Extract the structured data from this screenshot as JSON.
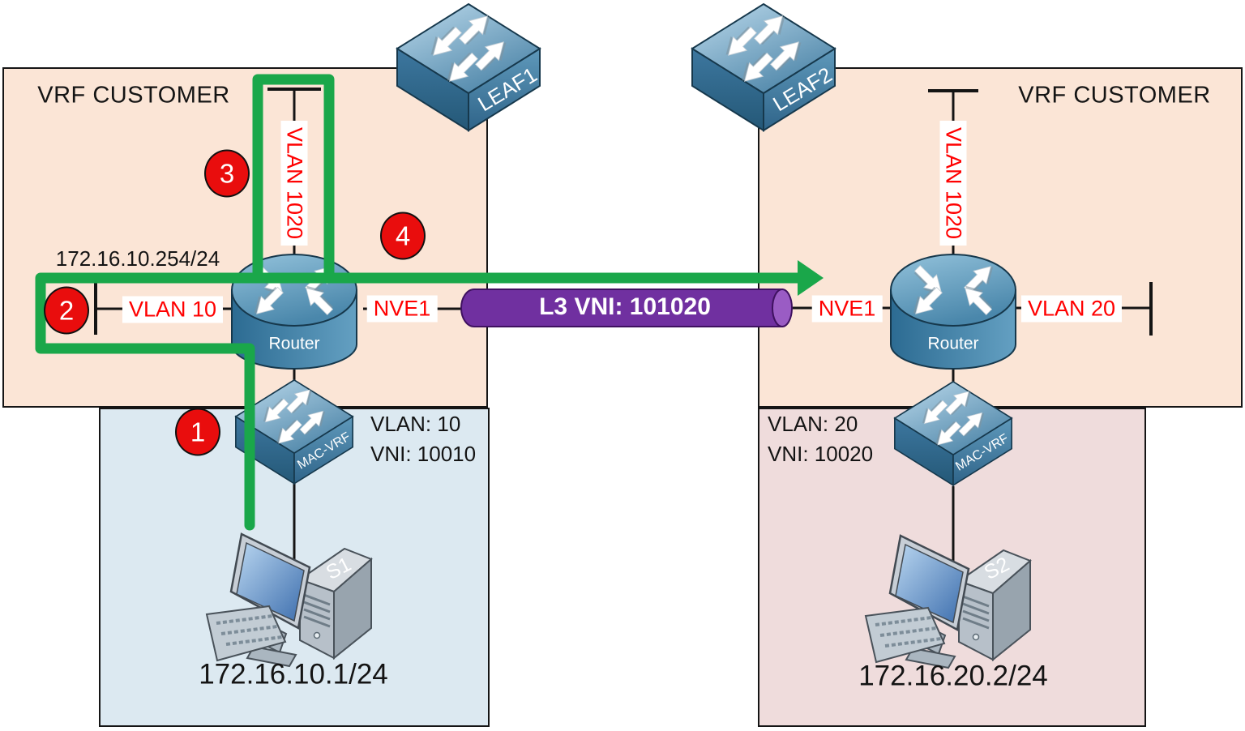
{
  "left_zone": {
    "title": "VRF CUSTOMER",
    "gateway_ip": "172.16.10.254/24",
    "vlan_trunk": "VLAN 1020",
    "vlan_access": "VLAN 10",
    "nve": "NVE1"
  },
  "right_zone": {
    "title": "VRF CUSTOMER",
    "vlan_trunk": "VLAN 1020",
    "vlan_access": "VLAN 20",
    "nve": "NVE1"
  },
  "tunnel": {
    "label": "L3 VNI: 101020"
  },
  "devices": {
    "leaf1": "LEAF1",
    "leaf2": "LEAF2",
    "router_left": "Router",
    "router_right": "Router",
    "macvrf_left": "MAC-VRF",
    "macvrf_right": "MAC-VRF"
  },
  "host_left": {
    "name": "S1",
    "ip": "172.16.10.1/24",
    "vlan": "VLAN: 10",
    "vni": "VNI: 10010"
  },
  "host_right": {
    "name": "S2",
    "ip": "172.16.20.2/24",
    "vlan": "VLAN: 20",
    "vni": "VNI: 10020"
  },
  "steps": {
    "s1": "1",
    "s2": "2",
    "s3": "3",
    "s4": "4"
  },
  "colors": {
    "path_green": "#1aa74a",
    "tunnel_purple": "#7030a0",
    "label_red": "#ff0000",
    "zone_peach": "#fbe5d6",
    "zone_blue": "#dce9f1",
    "zone_pink": "#efdcdc"
  }
}
